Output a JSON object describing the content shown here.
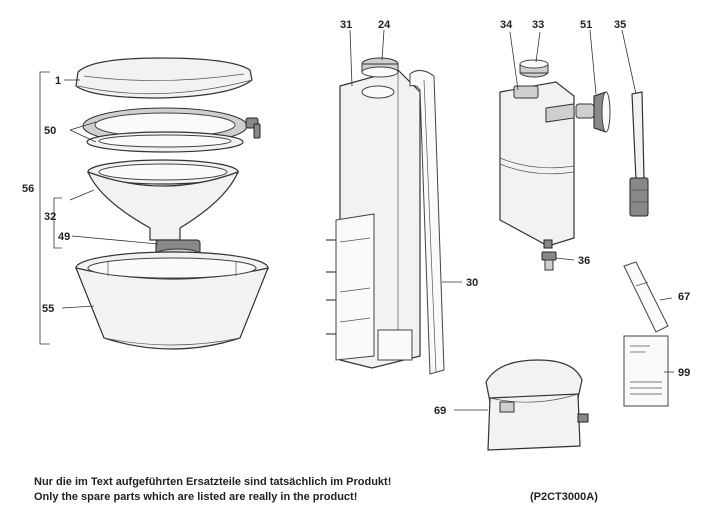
{
  "callouts": {
    "c1": "1",
    "c50": "50",
    "c56": "56",
    "c32": "32",
    "c49": "49",
    "c55": "55",
    "c31": "31",
    "c24": "24",
    "c30": "30",
    "c34": "34",
    "c33": "33",
    "c51": "51",
    "c35": "35",
    "c36": "36",
    "c67": "67",
    "c99": "99",
    "c69": "69"
  },
  "footer": {
    "note_de": "Nur die im Text aufgeführten Ersatzteile sind tatsächlich im Produkt!",
    "note_en": "Only the spare parts which are listed are really in the product!",
    "ref_code": "(P2CT3000A)"
  }
}
